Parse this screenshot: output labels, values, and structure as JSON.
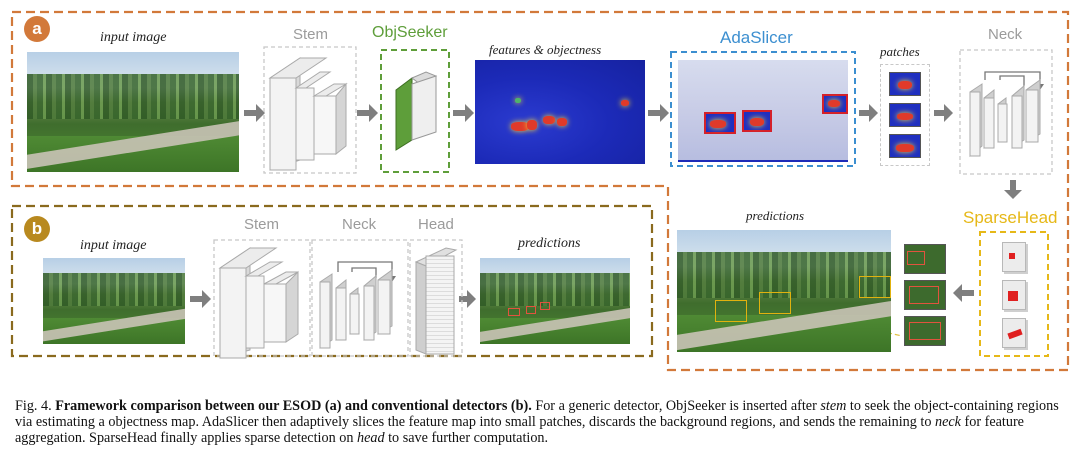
{
  "panel_a": {
    "badge": "a",
    "input_label": "input image",
    "stem_label": "Stem",
    "objseeker_label": "ObjSeeker",
    "features_label": "features & objectness",
    "adaslicer_label": "AdaSlicer",
    "patches_label": "patches",
    "neck_label": "Neck",
    "sparsehead_label": "SparseHead",
    "predictions_label": "predictions"
  },
  "panel_b": {
    "badge": "b",
    "input_label": "input image",
    "stem_label": "Stem",
    "neck_label": "Neck",
    "head_label": "Head",
    "predictions_label": "predictions"
  },
  "caption": {
    "fig": "Fig. 4.",
    "title": "Framework comparison between our ESOD (a) and conventional detectors (b).",
    "t1": "For a generic detector, ObjSeeker is inserted after",
    "stem": "stem",
    "t2": "to seek the object-containing regions via estimating a objectness map. AdaSlicer then adaptively slices the feature map into small patches, discards the background regions, and sends the remaining to",
    "neck": "neck",
    "t3": "for feature aggregation. SparseHead finally applies sparse detection on",
    "head": "head",
    "t4": "to save further computation."
  },
  "colors": {
    "panel_a_border": "#d2793a",
    "panel_b_border": "#8a6a1e",
    "badge_a": "#d2793a",
    "badge_b": "#b8891f",
    "objseeker": "#5e9e3a",
    "adaslicer": "#3c8fd0",
    "sparsehead": "#e6b818",
    "arrow": "#7f7f7f"
  }
}
